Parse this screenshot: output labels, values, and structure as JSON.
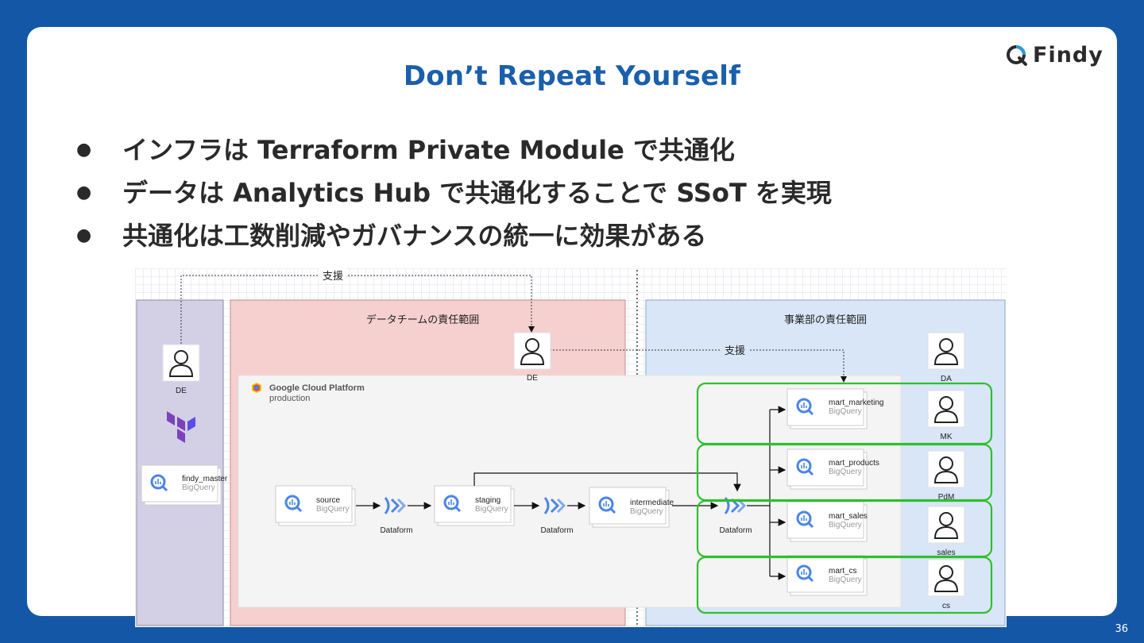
{
  "slide": {
    "title": "Don’t Repeat Yourself",
    "logo_text": "Findy",
    "page_number": "36",
    "bullets": [
      "インフラは Terraform Private Module で共通化",
      "データは Analytics Hub で共通化することで SSoT を実現",
      "共通化は工数削減やガバナンスの統一に効果がある"
    ]
  },
  "diagram": {
    "support_label": "支援",
    "data_team_area": "データチームの責任範囲",
    "business_area": "事業部の責任範囲",
    "gcp_title": "Google Cloud Platform",
    "gcp_env": "production",
    "bigquery": "BigQuery",
    "dataform": "Dataform",
    "roles": {
      "de": "DE",
      "da": "DA",
      "mk": "MK",
      "pdm": "PdM",
      "sales": "sales",
      "cs": "cs"
    },
    "datasets": {
      "findy_master": "findy_master",
      "source": "source",
      "staging": "staging",
      "intermediate": "intermediate",
      "mart_marketing": "mart_marketing",
      "mart_products": "mart_products",
      "mart_sales": "mart_sales",
      "mart_cs": "mart_cs"
    },
    "colors": {
      "infra_bg": "#d3cfe5",
      "data_team_bg": "#f6cfcf",
      "business_bg": "#d9e6f7",
      "gcp_bg": "#f4f4f4",
      "highlight_green": "#2fbf2f",
      "terraform": "#7b42bc",
      "dataform_blue": "#4a85e8"
    }
  }
}
